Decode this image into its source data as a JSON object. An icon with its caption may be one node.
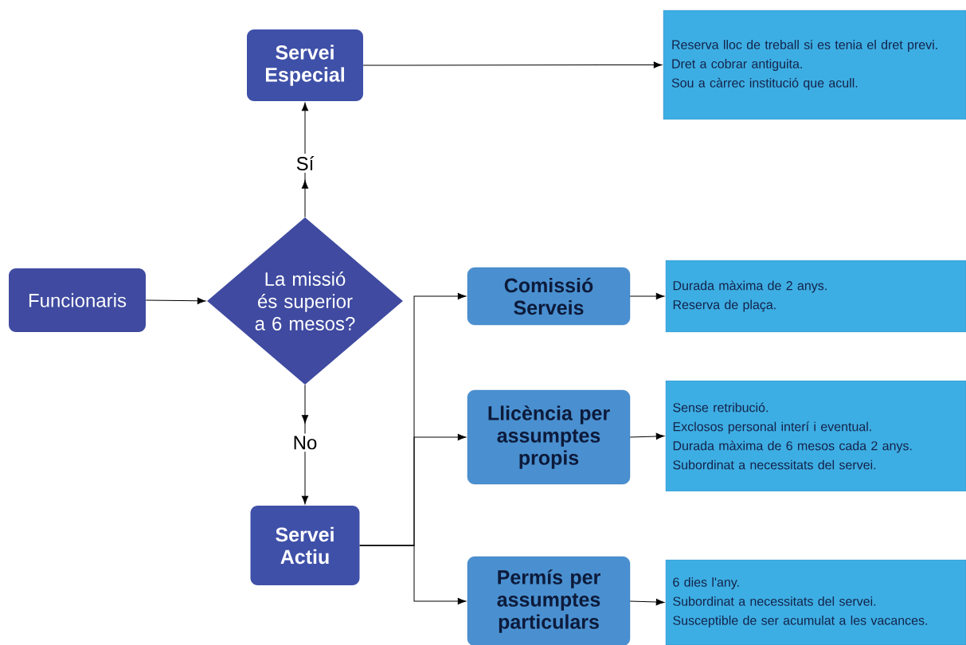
{
  "diagram": {
    "nodes": [
      {
        "text": [
          "Servei Especial"
        ]
      },
      {
        "text": [
          "Reserva lloc de treball si es tenia el dret previ.",
          "Dret a cobrar antiguita.",
          "Sou a càrrec institució que acull."
        ]
      },
      {
        "text": [
          "Funcionaris"
        ]
      },
      {
        "text": [
          "La missió és superior a 6 mesos?"
        ]
      },
      {
        "text": [
          "Comissió Serveis"
        ]
      },
      {
        "text": [
          "Durada màxima de 2 anys.",
          "Reserva de plaça."
        ]
      },
      {
        "text": [
          "Llicència per assumptes propis"
        ]
      },
      {
        "text": [
          "Sense retribució.",
          "Exclosos personal interí i eventual.",
          "Durada màxima de 6 mesos cada 2 anys.",
          "Subordinat a necessitats del servei."
        ]
      },
      {
        "text": [
          "Servei Actiu"
        ]
      },
      {
        "text": [
          "Permís per assumptes particulars"
        ]
      },
      {
        "text": [
          "6 dies l'any.",
          "Subordinat a necessitats del servei.",
          "Susceptible de ser acumulat a les vacances."
        ]
      }
    ],
    "edges": [
      {
        "from": 2,
        "to": 3,
        "arrow": "to"
      },
      {
        "from": 3,
        "to": 0,
        "arrow": "to",
        "label": "Sí"
      },
      {
        "from": 0,
        "to": 1,
        "arrow": "to"
      },
      {
        "from": 3,
        "to": 8,
        "arrow": "to",
        "label": "No"
      },
      {
        "from": 8,
        "to": 4,
        "arrow": "to"
      },
      {
        "from": 8,
        "to": 6,
        "arrow": "to"
      },
      {
        "from": 8,
        "to": 9,
        "arrow": "to"
      },
      {
        "from": 4,
        "to": 5,
        "arrow": "to"
      },
      {
        "from": 6,
        "to": 7,
        "arrow": "to"
      },
      {
        "from": 9,
        "to": 10,
        "arrow": "to"
      }
    ]
  }
}
